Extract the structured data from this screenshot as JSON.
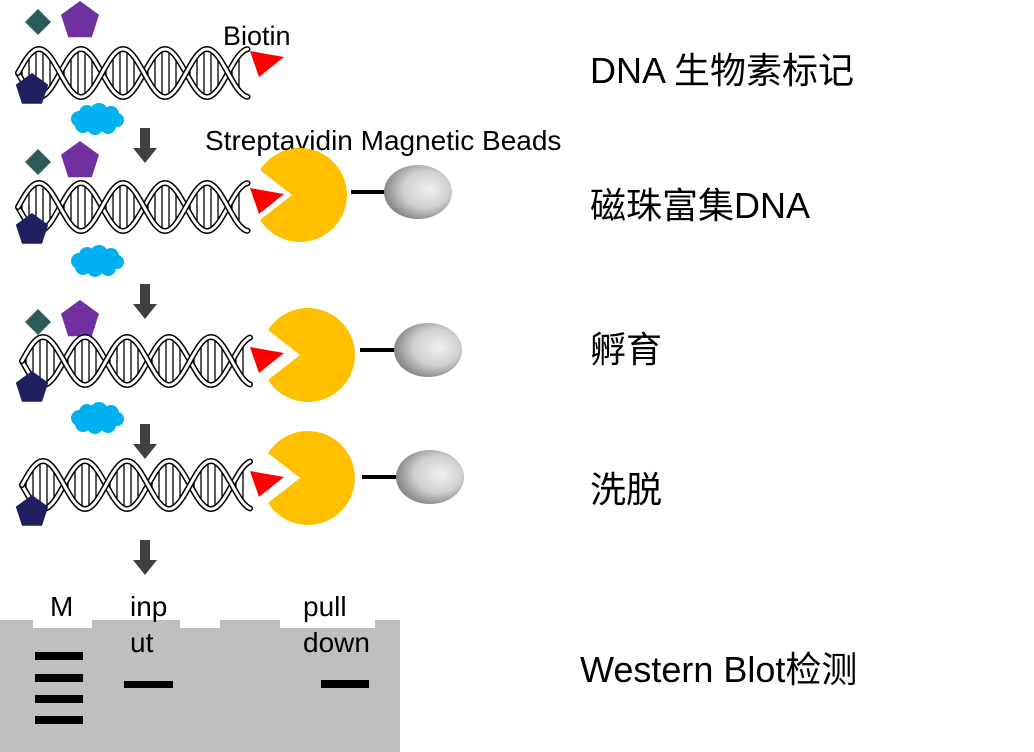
{
  "labels": {
    "biotin": "Biotin",
    "streptavidin_beads": "Streptavidin Magnetic Beads"
  },
  "steps": [
    {
      "label": "DNA 生物素标记"
    },
    {
      "label": "磁珠富集DNA"
    },
    {
      "label": "孵育"
    },
    {
      "label": "洗脱"
    },
    {
      "label": "Western Blot检测"
    }
  ],
  "blot": {
    "lanes": [
      {
        "label_lines": [
          "M"
        ]
      },
      {
        "label_lines": [
          "inp",
          "ut"
        ]
      },
      {
        "label_lines": [
          "pull",
          "down"
        ]
      }
    ]
  },
  "colors": {
    "diamond": "#2e5b5b",
    "pentagon_purple": "#7030a0",
    "pentagon_navy": "#1f1f5f",
    "cloud": "#00b0f0",
    "biotin": "#ff0000",
    "streptavidin": "#ffc000",
    "linker": "#000000",
    "arrow": "#404040",
    "gel": "#bfbfbf",
    "gel_gap": "#ffffff",
    "band": "#000000"
  }
}
